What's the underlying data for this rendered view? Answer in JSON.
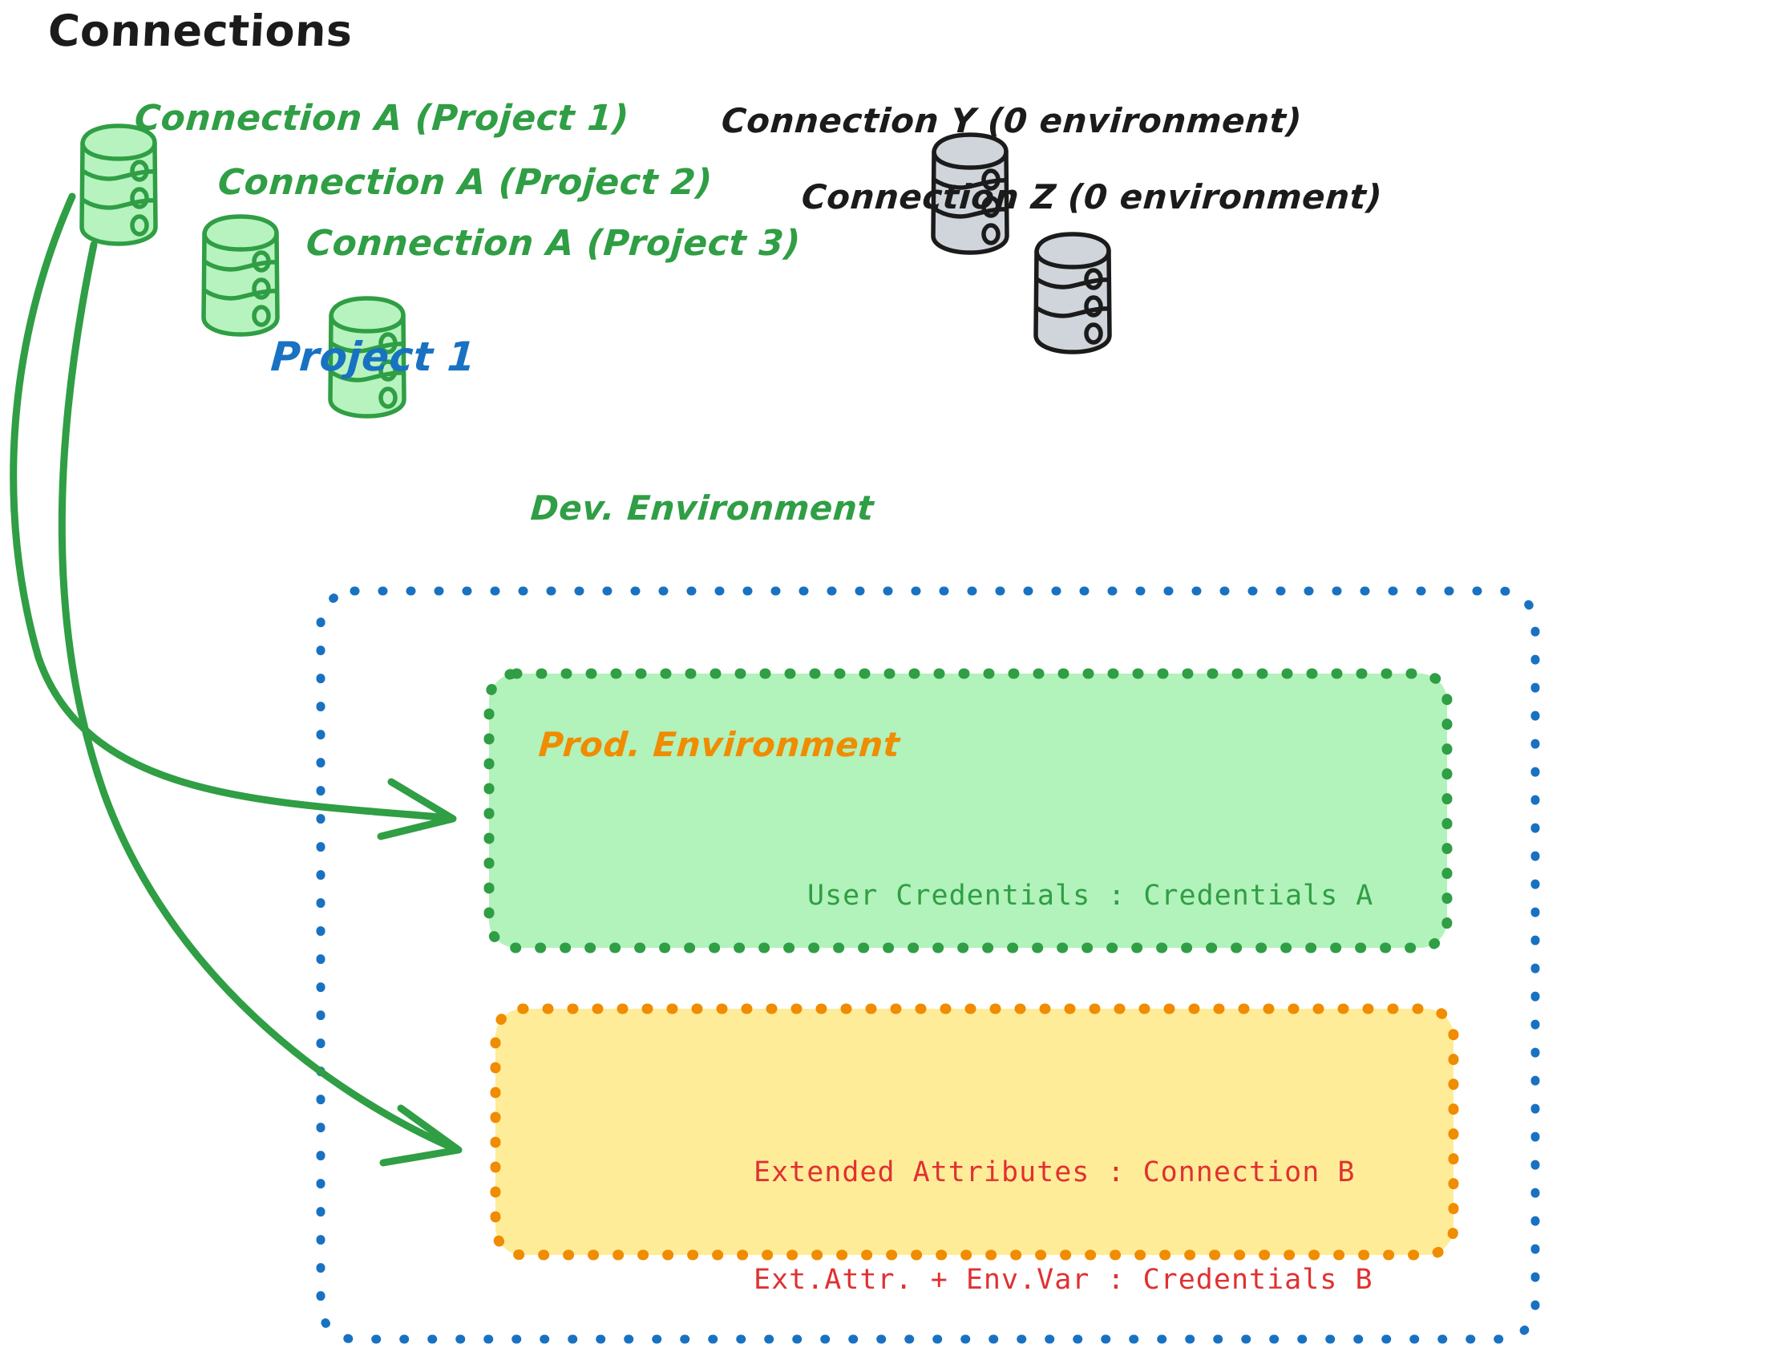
{
  "diagram": {
    "title": "Connections",
    "colors": {
      "green_stroke": "#2f9e44",
      "green_fill": "#b2f2bb",
      "gray_stroke": "#1b1b1b",
      "gray_fill": "#ced4da",
      "blue": "#1971c2",
      "orange": "#f08c00",
      "orange_fill": "#ffec99",
      "red": "#e03131",
      "black": "#1b1b1b"
    },
    "connections": [
      {
        "id": "conn-a-project-1",
        "label": "Connection A (Project 1)",
        "color": "green"
      },
      {
        "id": "conn-a-project-2",
        "label": "Connection A (Project 2)",
        "color": "green"
      },
      {
        "id": "conn-a-project-3",
        "label": "Connection A (Project 3)",
        "color": "green"
      },
      {
        "id": "conn-y",
        "label": "Connection Y (0 environment)",
        "color": "gray"
      },
      {
        "id": "conn-z",
        "label": "Connection Z (0 environment)",
        "color": "gray"
      }
    ],
    "project": {
      "title": "Project 1",
      "environments": [
        {
          "id": "dev",
          "title": "Dev. Environment",
          "lines": [
            "User Credentials : Credentials A"
          ]
        },
        {
          "id": "prod",
          "title": "Prod. Environment",
          "lines": [
            "Extended Attributes : Connection B",
            "Ext.Attr. + Env.Var : Credentials B"
          ]
        }
      ]
    },
    "arrows": [
      {
        "id": "arrow-conn-a-to-dev",
        "from": "conn-a-project-1",
        "to": "dev"
      },
      {
        "id": "arrow-conn-a-to-prod",
        "from": "conn-a-project-1",
        "to": "prod"
      }
    ]
  }
}
